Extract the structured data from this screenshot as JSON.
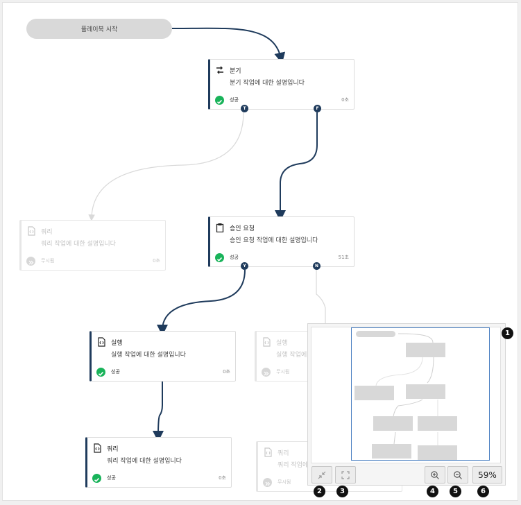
{
  "start": {
    "label": "플레이북 시작"
  },
  "nodes": {
    "branch": {
      "title": "분기",
      "desc": "분기 작업에 대한 설명입니다",
      "status": "성공",
      "time": "0초",
      "icon": "branch-arrows-icon",
      "port_true": "T",
      "port_false": "F"
    },
    "query_skipped": {
      "title": "쿼리",
      "desc": "쿼리 작업에 대한 설명입니다",
      "status": "무시됨",
      "time": "0초",
      "icon": "query-document-icon"
    },
    "approval": {
      "title": "승인 요청",
      "desc": "승인 요청 작업에 대한 설명입니다",
      "status": "성공",
      "time": "51초",
      "icon": "clipboard-icon",
      "port_yes": "Y",
      "port_no": "N"
    },
    "execute": {
      "title": "실행",
      "desc": "실행 작업에 대한 설명입니다",
      "status": "성공",
      "time": "0초",
      "icon": "execute-document-icon"
    },
    "execute_skipped": {
      "title": "실행",
      "desc": "실행 작업에",
      "status": "무시됨",
      "icon": "execute-document-icon"
    },
    "query": {
      "title": "쿼리",
      "desc": "쿼리 작업에 대한 설명입니다",
      "status": "성공",
      "time": "0초",
      "icon": "query-document-icon"
    },
    "query_skipped2": {
      "title": "쿼리",
      "desc": "쿼리 작업에",
      "status": "무시됨",
      "icon": "query-document-icon"
    }
  },
  "controls": {
    "zoom": "59%",
    "collapse_icon": "collapse-arrows-icon",
    "fit_icon": "fit-screen-icon",
    "zoom_in_icon": "zoom-in-icon",
    "zoom_out_icon": "zoom-out-icon"
  },
  "callouts": [
    "1",
    "2",
    "3",
    "4",
    "5",
    "6"
  ],
  "colors": {
    "edge_active": "#1f3b5c",
    "edge_inactive": "#d9d9d9",
    "success": "#19b35a",
    "minimap_viewport": "#4a7fc1"
  }
}
